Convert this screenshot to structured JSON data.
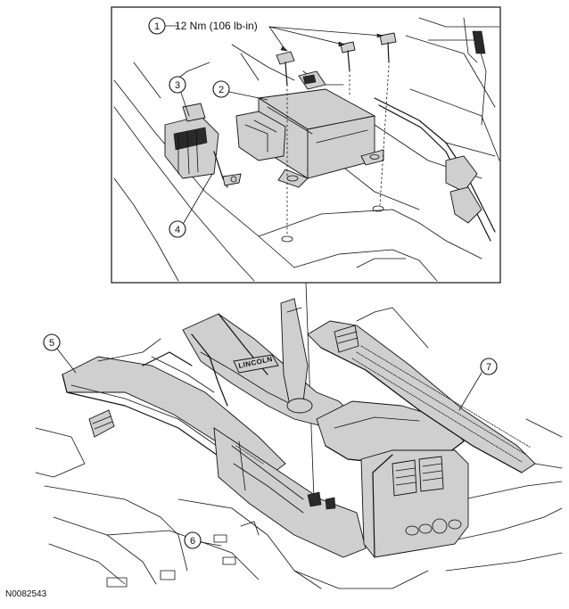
{
  "callouts": [
    {
      "id": "1",
      "label": "1"
    },
    {
      "id": "2",
      "label": "2"
    },
    {
      "id": "3",
      "label": "3"
    },
    {
      "id": "4",
      "label": "4"
    },
    {
      "id": "5",
      "label": "5"
    },
    {
      "id": "6",
      "label": "6"
    },
    {
      "id": "7",
      "label": "7"
    }
  ],
  "torque_spec": "12 Nm (106 lb-in)",
  "console_logo": "LINCOLN",
  "figure_id": "N0082543"
}
